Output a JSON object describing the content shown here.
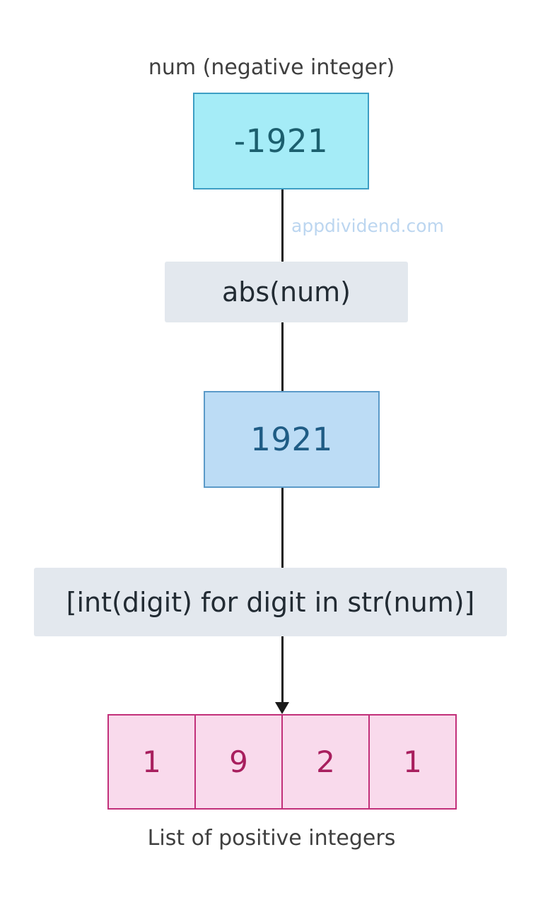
{
  "diagram": {
    "title_caption": "num (negative integer)",
    "bottom_caption": "List of positive integers",
    "watermark": "appdividend.com",
    "colors": {
      "input_box_fill": "#a5ecf7",
      "input_box_border": "#3d9ec4",
      "input_box_text": "#1c5f6e",
      "abs_box_fill": "#bcdcf5",
      "abs_box_border": "#5b9ac8",
      "abs_box_text": "#1f5c85",
      "op_label_fill": "#e3e8ee",
      "op_label_text": "#222b33",
      "digit_cell_fill": "#f9daec",
      "digit_cell_border": "#c2307a",
      "digit_cell_text": "#a81f5e",
      "connector": "#1a1a1a",
      "caption_text": "#3f3f3f",
      "watermark_text": "#bcd6f0",
      "background": "#ffffff"
    },
    "nodes": {
      "input_value": "-1921",
      "abs_value": "1921"
    },
    "operations": {
      "abs_label": "abs(num)",
      "listcomp_label": "[int(digit) for digit in str(num)]"
    },
    "digits": [
      {
        "value": "1"
      },
      {
        "value": "9"
      },
      {
        "value": "2"
      },
      {
        "value": "1"
      }
    ]
  }
}
